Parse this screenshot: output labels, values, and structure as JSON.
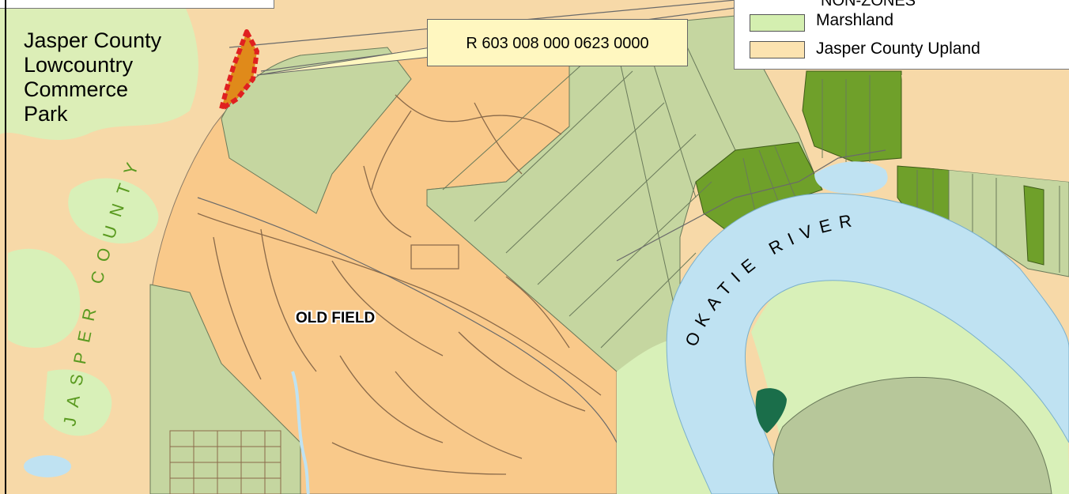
{
  "labels": {
    "commerce_park": [
      "Jasper County",
      "Lowcountry",
      "Commerce",
      "Park"
    ],
    "parcel_callout": "R 603 008 000 0623 0000",
    "county": "JASPER COUNTY",
    "river": "OKATIE RIVER",
    "subdivision": "OLD FIELD"
  },
  "legend": {
    "title": "NON-ZONES",
    "items": [
      {
        "label": "Marshland",
        "color": "#d4efb0"
      },
      {
        "label": "Jasper County Upland",
        "color": "#fce3b0"
      }
    ]
  },
  "colors": {
    "upland": "#f7d9a8",
    "developed": "#f9c98a",
    "parcel_green": "#c5d6a0",
    "dark_green": "#6fa02a",
    "marsh": "#d8f0b8",
    "water": "#bfe2f2",
    "highlight_parcel": "#e08a1a",
    "highlight_outline": "#e02020",
    "island": "#1a6e4a"
  }
}
